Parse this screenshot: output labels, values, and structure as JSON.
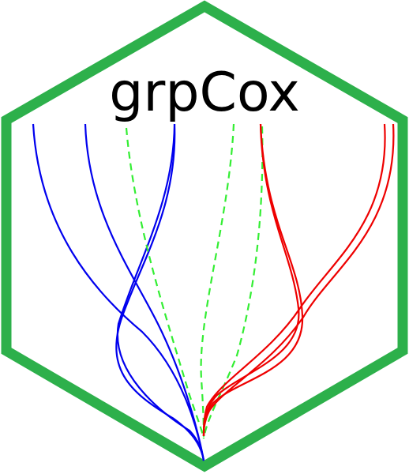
{
  "logo": {
    "title": "grpCox",
    "border_color": "#2db04b",
    "background_color": "#ffffff",
    "title_color": "#000000",
    "path_groups": [
      {
        "color": "#0000ee",
        "style": "solid",
        "count": 4
      },
      {
        "color": "#33ee33",
        "style": "dashed",
        "count": 3
      },
      {
        "color": "#ee0000",
        "style": "solid",
        "count": 4
      }
    ]
  }
}
